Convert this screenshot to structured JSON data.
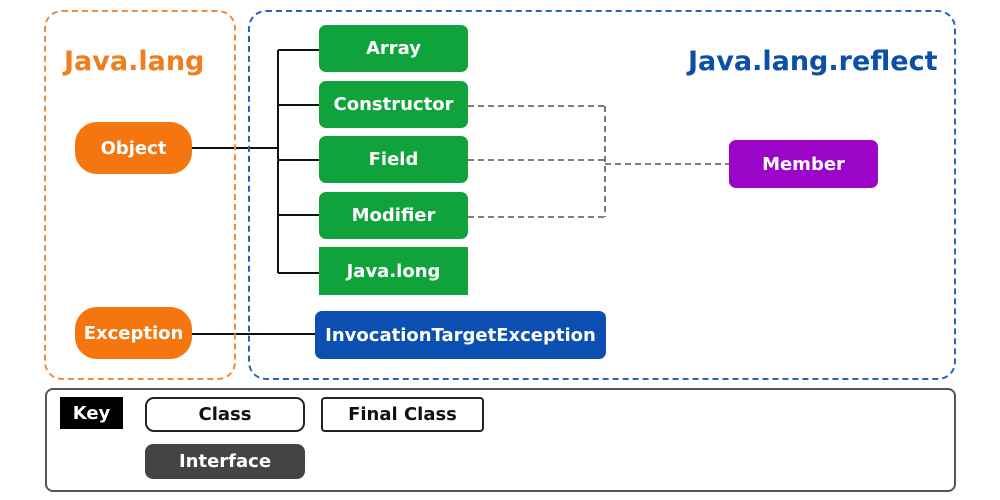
{
  "colors": {
    "lang_border": "#f08a3c",
    "lang_title": "#f07d1e",
    "reflect_border": "#2a62b8",
    "reflect_title": "#0b4fa8",
    "orange_node": "#f5750f",
    "green_node": "#10a33c",
    "blue_node": "#0b4fb3",
    "purple_node": "#9a05c8",
    "interface_fill": "#444444"
  },
  "packages": {
    "java_lang": {
      "title": "Java.lang"
    },
    "java_lang_reflect": {
      "title": "Java.lang.reflect"
    }
  },
  "nodes": {
    "object": "Object",
    "exception": "Exception",
    "array": "Array",
    "constructor": "Constructor",
    "field": "Field",
    "modifier": "Modifier",
    "java_long": "Java.long",
    "invocation_target_exception": "InvocationTargetException",
    "member": "Member"
  },
  "key": {
    "title": "Key",
    "class_label": "Class",
    "final_class_label": "Final Class",
    "interface_label": "Interface"
  }
}
